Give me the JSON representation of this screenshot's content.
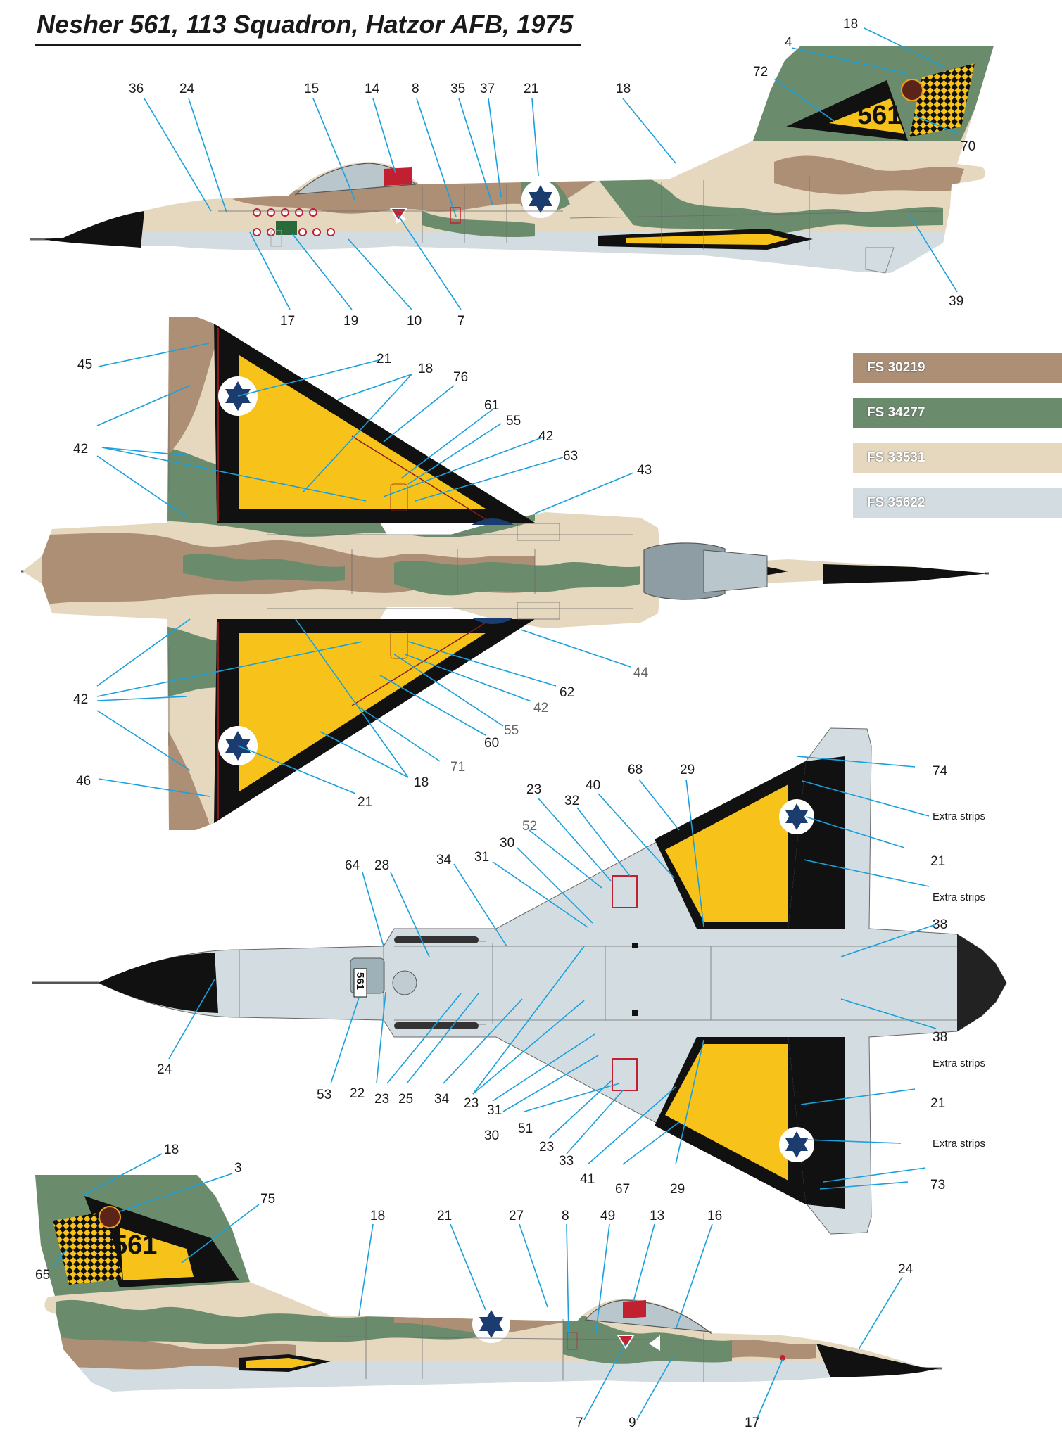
{
  "title": "Nesher 561, 113 Squadron, Hatzor AFB, 1975",
  "colors": {
    "tan": "#ad8f75",
    "green": "#6b8c6c",
    "sand": "#e5d8bf",
    "light_blue": "#d3dde1",
    "yellow": "#f7c31a",
    "black": "#111111",
    "star_blue": "#1b3c6f",
    "callout_line": "#1aa0dc"
  },
  "swatches": [
    {
      "code": "FS 30219",
      "color": "#ad8f75"
    },
    {
      "code": "FS 34277",
      "color": "#6b8c6c"
    },
    {
      "code": "FS 33531",
      "color": "#e5d8bf"
    },
    {
      "code": "FS 35622",
      "color": "#d3dde1"
    }
  ],
  "tail_number": "561",
  "belly_number": "561",
  "views": {
    "left_side": {
      "callouts": [
        "18",
        "4",
        "72",
        "70",
        "36",
        "24",
        "15",
        "14",
        "8",
        "35",
        "37",
        "21",
        "18",
        "17",
        "19",
        "10",
        "7",
        "39"
      ]
    },
    "top": {
      "callouts": [
        "45",
        "21",
        "18",
        "76",
        "61",
        "55",
        "42",
        "63",
        "42",
        "43",
        "44",
        "42",
        "62",
        "42",
        "55",
        "60",
        "71",
        "18",
        "46",
        "21"
      ]
    },
    "bottom": {
      "callouts": [
        "68",
        "29",
        "74",
        "23",
        "32",
        "40",
        "Extra strips",
        "52",
        "21",
        "30",
        "31",
        "34",
        "64",
        "28",
        "Extra strips",
        "38",
        "24",
        "53",
        "22",
        "23",
        "25",
        "34",
        "23",
        "31",
        "38",
        "30",
        "51",
        "Extra strips",
        "23",
        "33",
        "21",
        "41",
        "67",
        "29",
        "Extra strips",
        "73"
      ]
    },
    "right_side": {
      "callouts": [
        "18",
        "3",
        "75",
        "18",
        "21",
        "27",
        "8",
        "49",
        "13",
        "16",
        "24",
        "65",
        "7",
        "9",
        "17"
      ]
    }
  }
}
